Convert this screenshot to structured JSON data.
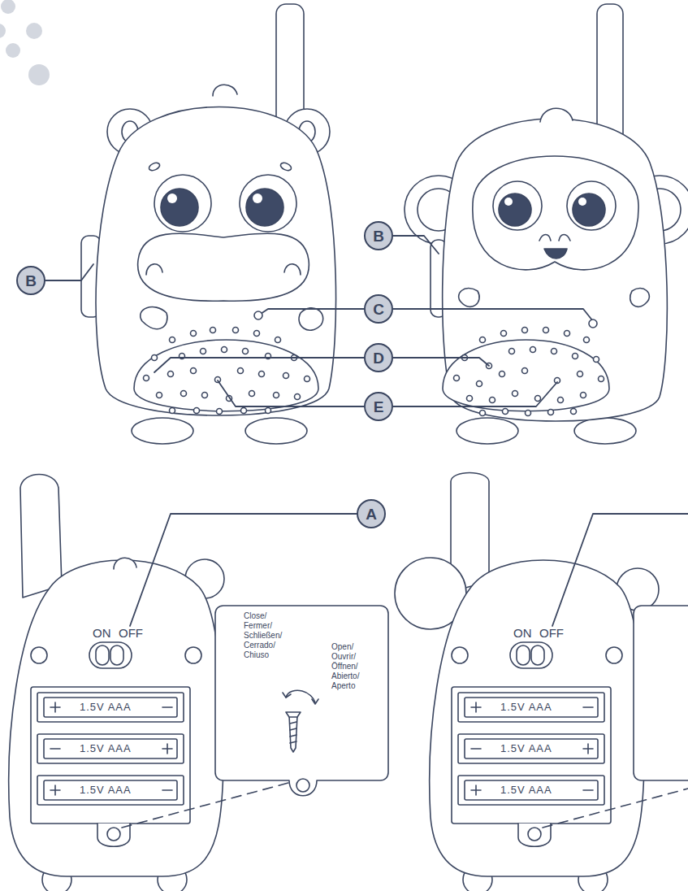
{
  "diagram": {
    "nodes": [
      {
        "text": [
          "B"
        ]
      },
      {
        "text": [
          "B"
        ]
      },
      {
        "text": [
          "C"
        ]
      },
      {
        "text": [
          "D"
        ]
      },
      {
        "text": [
          "E"
        ]
      },
      {
        "text": [
          "A"
        ]
      }
    ],
    "labels": [
      "ON",
      "OFF",
      "1.5V AAA",
      "1.5V AAA",
      "1.5V AAA",
      "Close/ Fermer/ Schließen/ Cerrado/ Chiuso",
      "Open/ Ouvrir/ Öffnen/ Abierto/ Aperto",
      "ON",
      "OFF",
      "1.5V AAA",
      "1.5V AAA",
      "1.5V AAA"
    ]
  }
}
